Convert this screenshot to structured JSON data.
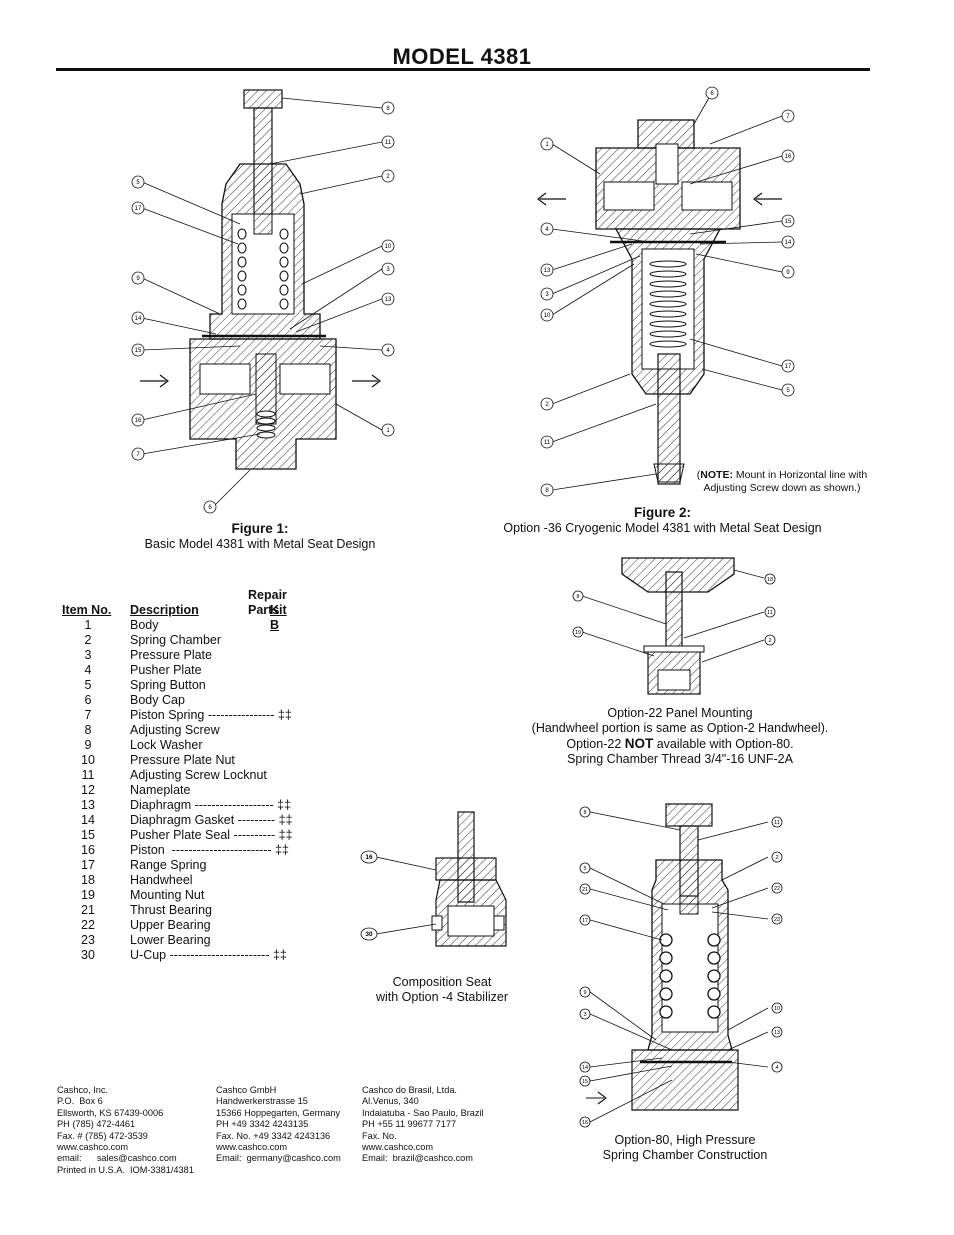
{
  "title": "MODEL 4381",
  "figure1": {
    "heading": "Figure 1:",
    "caption": "Basic Model 4381 with Metal Seat Design",
    "callouts": [
      "8",
      "11",
      "2",
      "5",
      "17",
      "10",
      "3",
      "9",
      "13",
      "14",
      "15",
      "4",
      "16",
      "1",
      "7",
      "6"
    ]
  },
  "figure2": {
    "heading": "Figure 2:",
    "caption": "Option -36 Cryogenic Model 4381 with Metal Seat Design",
    "note_bold": "NOTE:",
    "note_line1": "Mount in Horizontal line with",
    "note_line2": "Adjusting Screw down as shown.)",
    "callouts": [
      "6",
      "7",
      "1",
      "16",
      "15",
      "14",
      "4",
      "13",
      "3",
      "10",
      "9",
      "17",
      "5",
      "2",
      "11",
      "8"
    ]
  },
  "panel_mounting": {
    "line1": "Option-22 Panel Mounting",
    "line2": "(Handwheel portion is same as Option-2 Handwheel).",
    "line3_pre": "Option-22 ",
    "line3_bold": "NOT",
    "line3_post": " available with Option-80.",
    "line4": "Spring Chamber Thread 3/4\"-16 UNF-2A",
    "callouts": [
      "18",
      "8",
      "11",
      "19",
      "2"
    ]
  },
  "composition_seat": {
    "line1": "Composition Seat",
    "line2": "with Option -4 Stabilizer",
    "callouts": [
      "16",
      "30"
    ]
  },
  "option80": {
    "line1": "Option-80, High Pressure",
    "line2": "Spring Chamber Construction",
    "callouts": [
      "8",
      "11",
      "2",
      "5",
      "21",
      "22",
      "23",
      "17",
      "9",
      "10",
      "3",
      "13",
      "14",
      "4",
      "15",
      "16"
    ]
  },
  "parts_table": {
    "header_repair_line1": "Repair Parts",
    "header_item": "Item No.",
    "header_desc": "Description",
    "header_kit": "Kit B",
    "rows": [
      {
        "item": "1",
        "desc": "Body"
      },
      {
        "item": "2",
        "desc": "Spring Chamber"
      },
      {
        "item": "3",
        "desc": "Pressure Plate"
      },
      {
        "item": "4",
        "desc": "Pusher Plate"
      },
      {
        "item": "5",
        "desc": "Spring Button"
      },
      {
        "item": "6",
        "desc": "Body Cap"
      },
      {
        "item": "7",
        "desc": "Piston Spring ---------------- ‡‡"
      },
      {
        "item": "8",
        "desc": "Adjusting Screw"
      },
      {
        "item": "9",
        "desc": "Lock Washer"
      },
      {
        "item": "10",
        "desc": "Pressure Plate Nut"
      },
      {
        "item": "11",
        "desc": "Adjusting Screw Locknut"
      },
      {
        "item": "12",
        "desc": "Nameplate"
      },
      {
        "item": "13",
        "desc": "Diaphragm ------------------- ‡‡"
      },
      {
        "item": "14",
        "desc": "Diaphragm Gasket --------- ‡‡"
      },
      {
        "item": "15",
        "desc": "Pusher Plate Seal ---------- ‡‡"
      },
      {
        "item": "16",
        "desc": "Piston  ------------------------ ‡‡"
      },
      {
        "item": "17",
        "desc": "Range Spring"
      },
      {
        "item": "18",
        "desc": "Handwheel"
      },
      {
        "item": "19",
        "desc": "Mounting Nut"
      },
      {
        "item": "21",
        "desc": "Thrust Bearing"
      },
      {
        "item": "22",
        "desc": "Upper Bearing"
      },
      {
        "item": "23",
        "desc": "Lower Bearing"
      },
      {
        "item": "30",
        "desc": "U-Cup ------------------------ ‡‡"
      }
    ]
  },
  "footer": {
    "us": "Cashco, Inc.\nP.O.  Box 6\nEllsworth, KS 67439-0006\nPH (785) 472-4461\nFax. # (785) 472-3539\nwww.cashco.com\nemail:      sales@cashco.com\nPrinted in U.S.A.  IOM-3381/4381",
    "germany": "Cashco GmbH\nHandwerkerstrasse 15\n15366 Hoppegarten, Germany\nPH +49 3342 4243135\nFax. No. +49 3342 4243136\nwww.cashco.com\nEmail:  germany@cashco.com",
    "brazil": "Cashco do Brasil, Ltda.\nAl.Venus, 340\nIndaiatuba - Sao Paulo, Brazil\nPH +55 11 99677 7177\nFax. No.\nwww.cashco.com\nEmail:  brazil@cashco.com"
  }
}
